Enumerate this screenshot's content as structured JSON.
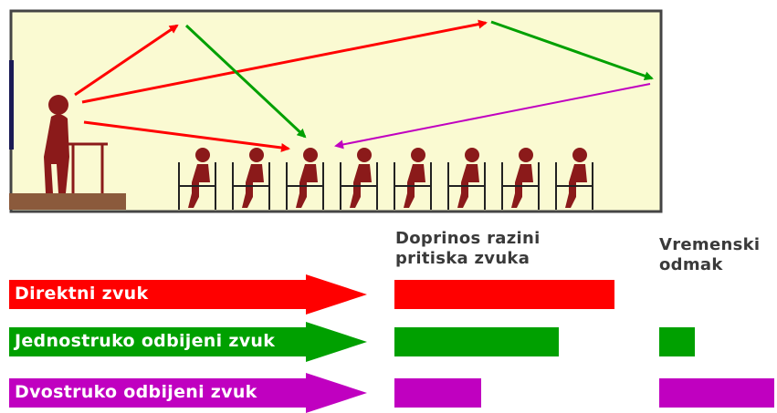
{
  "colors": {
    "direct": "#ff0000",
    "single": "#00a000",
    "double": "#c000c0",
    "room_bg": "#fafad2",
    "figure": "#8b1a1a",
    "stage": "#8b5a3c"
  },
  "headers": {
    "contribution_line1": "Doprinos razini",
    "contribution_line2": "pritiska zvuka",
    "delay_line1": "Vremenski",
    "delay_line2": "odmak"
  },
  "legend": [
    {
      "label": "Direktni zvuk",
      "color": "#ff0000",
      "contribution": 1.0,
      "delay": 0
    },
    {
      "label": "Jednostruko odbijeni zvuk",
      "color": "#00a000",
      "contribution": 0.75,
      "delay": 0.3
    },
    {
      "label": "Dvostruko odbijeni zvuk",
      "color": "#c000c0",
      "contribution": 0.4,
      "delay": 1.0
    }
  ]
}
